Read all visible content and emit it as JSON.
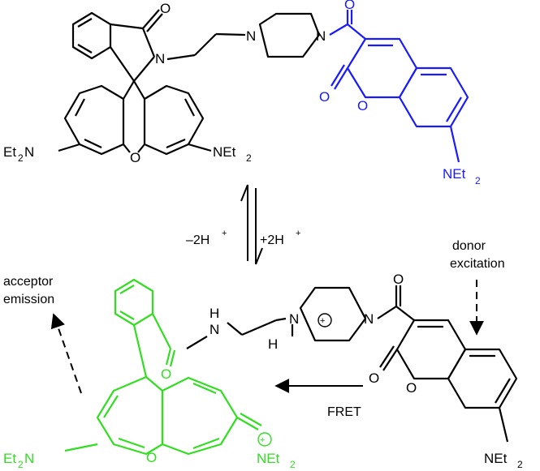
{
  "labels": {
    "atoms": {
      "o": "O",
      "n": "N",
      "h": "H",
      "nh": "H",
      "et": "Et",
      "two": "2",
      "plus": "+"
    },
    "amine_groups": {
      "left_top": "Et",
      "right_top": "NEt",
      "coumarin_top": "NEt",
      "left_bottom": "Et",
      "right_bottom": "NEt",
      "coumarin_bottom": "NEt",
      "n_left_suffix": "N",
      "subscript": "2"
    },
    "equilibrium": {
      "left": "–2H",
      "left_sup": "+",
      "right": "+2H",
      "right_sup": "+"
    },
    "captions": {
      "acceptor_line1": "acceptor",
      "acceptor_line2": "emission",
      "donor_line1": "donor",
      "donor_line2": "excitation",
      "fret": "FRET"
    }
  },
  "colors": {
    "rhodamine_closed": "#000000",
    "coumarin_donor": "#1a1aff",
    "rhodamine_open": "#33dd22",
    "ink": "#000000"
  }
}
